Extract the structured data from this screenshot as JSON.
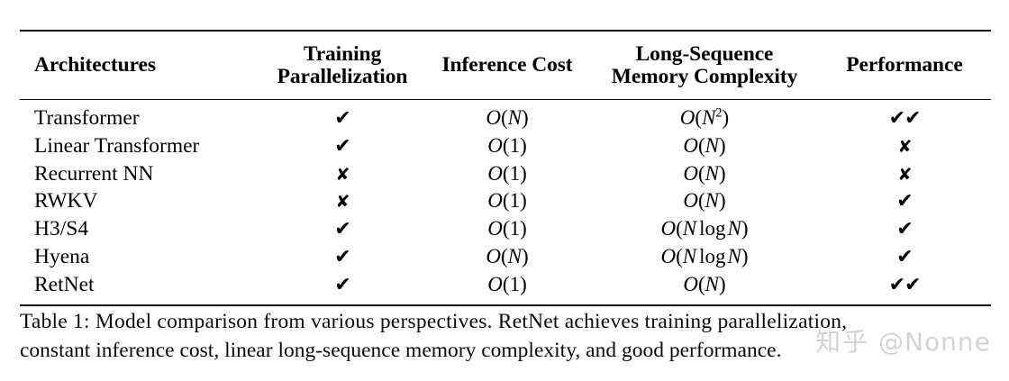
{
  "table": {
    "columns": [
      {
        "key": "arch",
        "label": "Architectures",
        "label_lines": [
          "Architectures"
        ]
      },
      {
        "key": "train",
        "label": "Training Parallelization",
        "label_lines": [
          "Training",
          "Parallelization"
        ]
      },
      {
        "key": "infer",
        "label": "Inference Cost",
        "label_lines": [
          "Inference Cost"
        ]
      },
      {
        "key": "mem",
        "label": "Long-Sequence Memory Complexity",
        "label_lines": [
          "Long-Sequence",
          "Memory Complexity"
        ]
      },
      {
        "key": "perf",
        "label": "Performance",
        "label_lines": [
          "Performance"
        ]
      }
    ],
    "rows": [
      {
        "arch": "Transformer",
        "train": "check",
        "infer": {
          "big_o": "N"
        },
        "mem": {
          "big_o": "N",
          "exp": "2"
        },
        "perf": "check-check"
      },
      {
        "arch": "Linear Transformer",
        "train": "check",
        "infer": {
          "big_o": "1"
        },
        "mem": {
          "big_o": "N"
        },
        "perf": "cross"
      },
      {
        "arch": "Recurrent NN",
        "train": "cross",
        "infer": {
          "big_o": "1"
        },
        "mem": {
          "big_o": "N"
        },
        "perf": "cross"
      },
      {
        "arch": "RWKV",
        "train": "cross",
        "infer": {
          "big_o": "1"
        },
        "mem": {
          "big_o": "N"
        },
        "perf": "check"
      },
      {
        "arch": "H3/S4",
        "train": "check",
        "infer": {
          "big_o": "1"
        },
        "mem": {
          "big_o": "N log N"
        },
        "perf": "check"
      },
      {
        "arch": "Hyena",
        "train": "check",
        "infer": {
          "big_o": "N"
        },
        "mem": {
          "big_o": "N log N"
        },
        "perf": "check"
      },
      {
        "arch": "RetNet",
        "train": "check",
        "infer": {
          "big_o": "1"
        },
        "mem": {
          "big_o": "N"
        },
        "perf": "check-check"
      }
    ]
  },
  "caption": {
    "label": "Table 1:",
    "text": "Table 1:  Model comparison from various perspectives.  RetNet achieves training parallelization, constant inference cost, linear long-sequence memory complexity, and good performance.",
    "line1": "Table 1:  Model comparison from various perspectives.  RetNet achieves training parallelization,",
    "line2": "constant inference cost, linear long-sequence memory complexity, and good performance."
  },
  "watermark": {
    "site": "知乎",
    "handle": "@Nonne"
  },
  "marks": {
    "check": "✔",
    "cross": "✘",
    "check_check": "✔✔"
  },
  "colors": {
    "ink": "#000000",
    "rule": "#0b0b0b",
    "page": "#ffffff",
    "watermark": "rgba(120,120,120,0.33)"
  }
}
